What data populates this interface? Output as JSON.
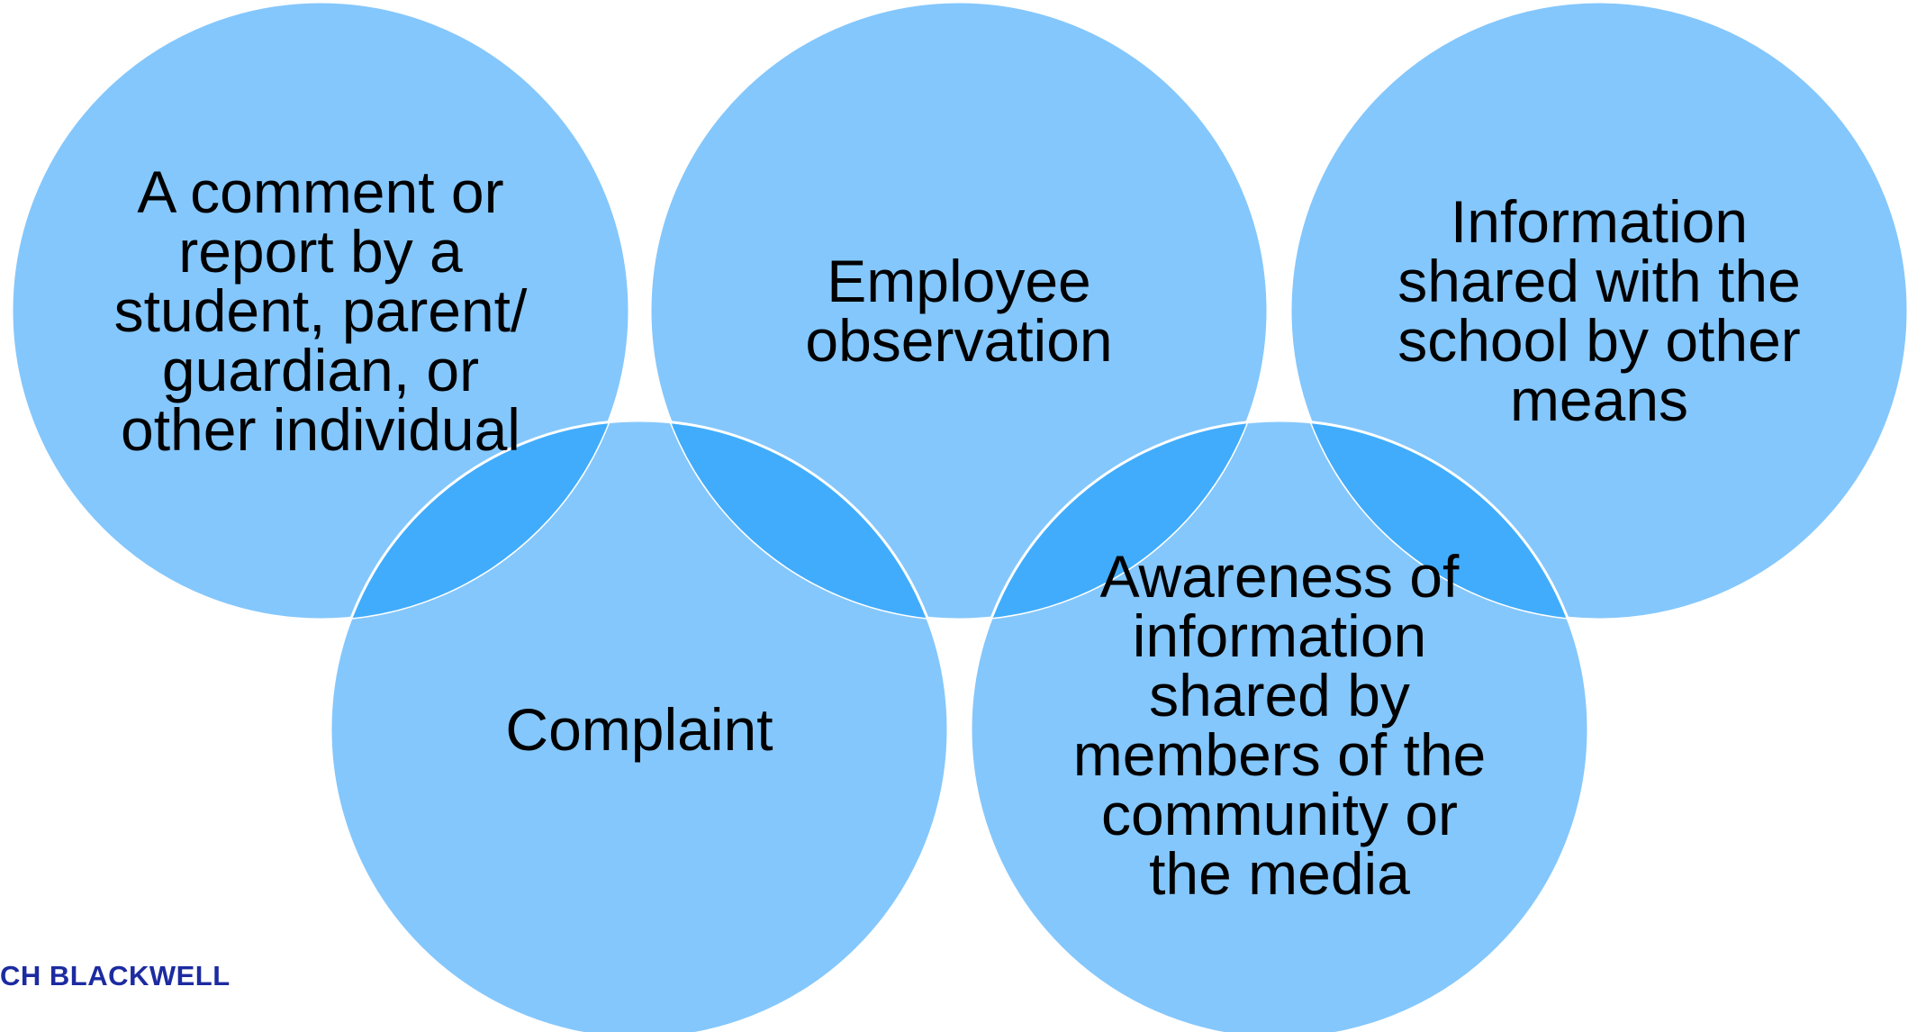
{
  "diagram": {
    "circles": [
      {
        "id": "comment-report",
        "label": "A comment or\nreport by a\nstudent, parent/\nguardian, or\nother individual"
      },
      {
        "id": "employee-observation",
        "label": "Employee\nobservation"
      },
      {
        "id": "information-shared",
        "label": "Information\nshared with the\nschool by other\nmeans"
      },
      {
        "id": "complaint",
        "label": "Complaint"
      },
      {
        "id": "awareness",
        "label": "Awareness of\ninformation\nshared by\nmembers of the\ncommunity or\nthe media"
      }
    ],
    "colors": {
      "circle_fill": "#84C7FC",
      "overlap_fill": "#41ACFC",
      "circle_stroke": "#ffffff"
    }
  },
  "footer": {
    "logo_text": "CH BLACKWELL",
    "logo_color": "#1C2BA0"
  }
}
